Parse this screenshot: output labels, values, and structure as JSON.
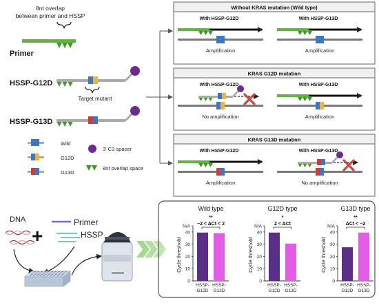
{
  "legend": {
    "overlap_caption": [
      "8nt overlap",
      "between primer and HSSP"
    ],
    "primer": "Primer",
    "hssp_g12d": "HSSP-G12D",
    "hssp_g13d": "HSSP-G13D",
    "target_mutant": "Target mutant",
    "key_wild": "Wild",
    "key_g12d": "G12D",
    "key_g13d": "G13D",
    "key_spacer": "3' C3 spacer",
    "key_overlap": "8nt overlap space"
  },
  "panels": [
    {
      "title": "Without KRAS mutation (Wild type)",
      "left_label": "With HSSP-G12D",
      "left_result": "Amplification",
      "right_label": "With HSSP-G13D",
      "right_result": "Amplification"
    },
    {
      "title": "KRAS G12D mutation",
      "left_label": "With HSSP-G12D",
      "left_result": "No amplification",
      "right_label": "With HSSP-G13D",
      "right_result": "Amplification"
    },
    {
      "title": "KRAS G13D mutation",
      "left_label": "With HSSP-G12D",
      "left_result": "Amplification",
      "right_label": "With HSSP-G13D",
      "right_result": "No amplification"
    }
  ],
  "workflow": {
    "dna": "DNA",
    "primer": "Primer",
    "hssp": "HSSP"
  },
  "colors": {
    "primer_green": "#5db83a",
    "wild_blue": "#3a78c4",
    "g12d_yellow": "#f0b43c",
    "g13d_red": "#d23a3a",
    "spacer_purple": "#6b2c91",
    "bar_dark": "#5a2d86",
    "bar_pink": "#e25ce6",
    "arrow_green": "#a8d88f",
    "cross_red": "#c84a3a"
  },
  "chart_data": [
    {
      "type": "bar",
      "title": "Wild type",
      "annotation": {
        "stars": "**",
        "text": "−2 < ΔCt < 2"
      },
      "categories": [
        "HSSP-\nG12D",
        "HSSP-\nG13D"
      ],
      "values": [
        39.5,
        39
      ],
      "ylabel": "Cycle threshold",
      "yticks": [
        "N/A",
        "40",
        "30",
        "20",
        "10",
        "0"
      ],
      "ylim": [
        0,
        45
      ]
    },
    {
      "type": "bar",
      "title": "G12D type",
      "annotation": {
        "stars": "*",
        "text": "2 < ΔCt"
      },
      "categories": [
        "HSSP-\nG12D",
        "HSSP-\nG13D"
      ],
      "values": [
        39.5,
        30.5
      ],
      "ylabel": "Cycle threshold",
      "yticks": [
        "N/A",
        "40",
        "30",
        "20",
        "10",
        "0"
      ],
      "ylim": [
        0,
        45
      ]
    },
    {
      "type": "bar",
      "title": "G13D type",
      "annotation": {
        "stars": "**",
        "text": "ΔCt < −2"
      },
      "categories": [
        "HSSP-\nG12D",
        "HSSP-\nG13D"
      ],
      "values": [
        27.5,
        39.5
      ],
      "ylabel": "Cycle threshold",
      "yticks": [
        "N/A",
        "40",
        "30",
        "20",
        "10",
        "0"
      ],
      "ylim": [
        0,
        45
      ]
    }
  ]
}
